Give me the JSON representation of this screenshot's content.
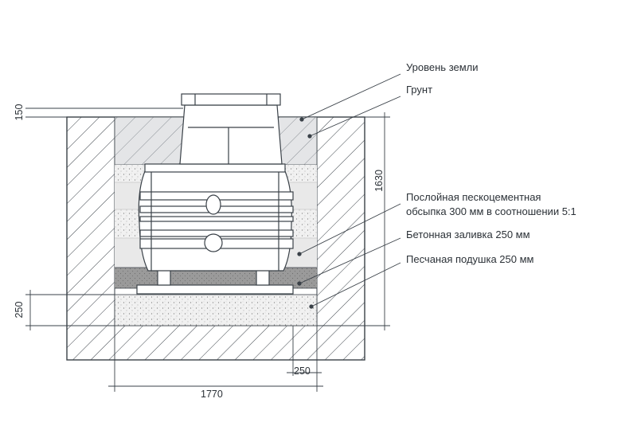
{
  "labels": {
    "ground_level": "Уровень земли",
    "soil": "Грунт",
    "backfill_line1": "Послойная пескоцементная",
    "backfill_line2": "обсыпка 300 мм в соотношении 5:1",
    "concrete": "Бетонная заливка 250 мм",
    "sand_bed": "Песчаная подушка 250 мм"
  },
  "dimensions": {
    "top_offset": "150",
    "depth_total": "1630",
    "bottom_layer": "250",
    "side_gap": "250",
    "width_total": "1770"
  },
  "colors": {
    "stroke": "#3a4148",
    "soil_fill": "#e6e7e9",
    "sand_fill": "#eeeeee",
    "concrete_fill": "#9b9b9b"
  }
}
